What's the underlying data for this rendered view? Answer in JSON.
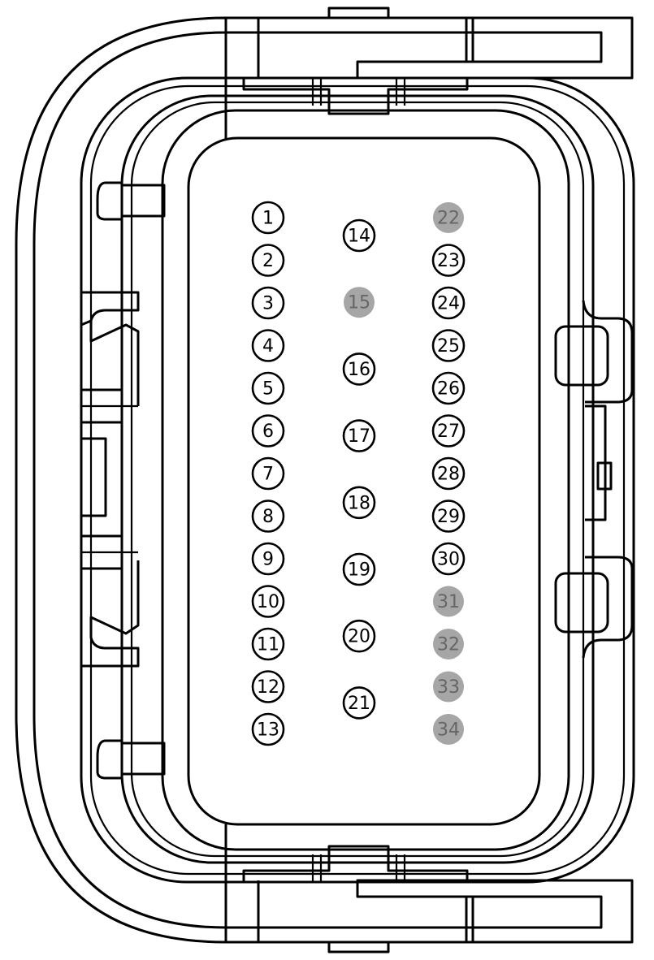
{
  "colors": {
    "line": "#000000",
    "background": "#ffffff",
    "unpopulated_fill": "#a6a6a6",
    "unpopulated_text": "#666666"
  },
  "pins": [
    {
      "label": "1",
      "col": 0,
      "row": 0,
      "populated": true
    },
    {
      "label": "2",
      "col": 0,
      "row": 1,
      "populated": true
    },
    {
      "label": "3",
      "col": 0,
      "row": 2,
      "populated": true
    },
    {
      "label": "4",
      "col": 0,
      "row": 3,
      "populated": true
    },
    {
      "label": "5",
      "col": 0,
      "row": 4,
      "populated": true
    },
    {
      "label": "6",
      "col": 0,
      "row": 5,
      "populated": true
    },
    {
      "label": "7",
      "col": 0,
      "row": 6,
      "populated": true
    },
    {
      "label": "8",
      "col": 0,
      "row": 7,
      "populated": true
    },
    {
      "label": "9",
      "col": 0,
      "row": 8,
      "populated": true
    },
    {
      "label": "10",
      "col": 0,
      "row": 9,
      "populated": true
    },
    {
      "label": "11",
      "col": 0,
      "row": 10,
      "populated": true
    },
    {
      "label": "12",
      "col": 0,
      "row": 11,
      "populated": true
    },
    {
      "label": "13",
      "col": 0,
      "row": 12,
      "populated": true
    },
    {
      "label": "14",
      "col": 1,
      "row": 0,
      "populated": true
    },
    {
      "label": "15",
      "col": 1,
      "row": 1,
      "populated": false
    },
    {
      "label": "16",
      "col": 1,
      "row": 2,
      "populated": true
    },
    {
      "label": "17",
      "col": 1,
      "row": 3,
      "populated": true
    },
    {
      "label": "18",
      "col": 1,
      "row": 4,
      "populated": true
    },
    {
      "label": "19",
      "col": 1,
      "row": 5,
      "populated": true
    },
    {
      "label": "20",
      "col": 1,
      "row": 6,
      "populated": true
    },
    {
      "label": "21",
      "col": 1,
      "row": 7,
      "populated": true
    },
    {
      "label": "22",
      "col": 2,
      "row": 0,
      "populated": false
    },
    {
      "label": "23",
      "col": 2,
      "row": 1,
      "populated": true
    },
    {
      "label": "24",
      "col": 2,
      "row": 2,
      "populated": true
    },
    {
      "label": "25",
      "col": 2,
      "row": 3,
      "populated": true
    },
    {
      "label": "26",
      "col": 2,
      "row": 4,
      "populated": true
    },
    {
      "label": "27",
      "col": 2,
      "row": 5,
      "populated": true
    },
    {
      "label": "28",
      "col": 2,
      "row": 6,
      "populated": true
    },
    {
      "label": "29",
      "col": 2,
      "row": 7,
      "populated": true
    },
    {
      "label": "30",
      "col": 2,
      "row": 8,
      "populated": true
    },
    {
      "label": "31",
      "col": 2,
      "row": 9,
      "populated": false
    },
    {
      "label": "32",
      "col": 2,
      "row": 10,
      "populated": false
    },
    {
      "label": "33",
      "col": 2,
      "row": 11,
      "populated": false
    },
    {
      "label": "34",
      "col": 2,
      "row": 12,
      "populated": false
    }
  ]
}
